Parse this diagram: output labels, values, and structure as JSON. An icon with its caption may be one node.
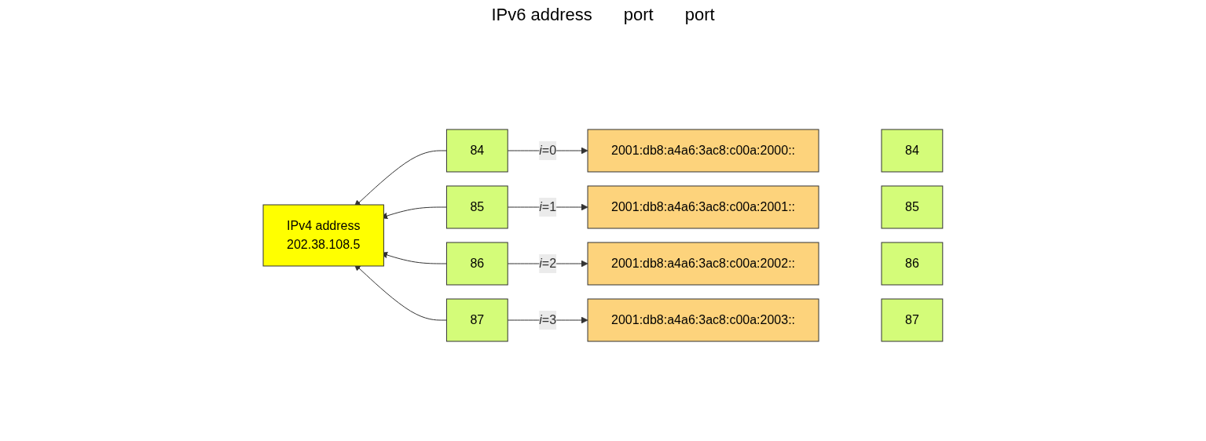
{
  "diagram": {
    "nodes": [
      {
        "text": [
          "IPv4 address",
          "202.38.108.5"
        ]
      },
      {
        "text": [
          "84"
        ]
      },
      {
        "text": [
          "85"
        ]
      },
      {
        "text": [
          "86"
        ]
      },
      {
        "text": [
          "87"
        ]
      },
      {
        "text": [
          "2001:db8:a4a6:3ac8:c00a:2000::"
        ]
      },
      {
        "text": [
          "2001:db8:a4a6:3ac8:c00a:2001::"
        ]
      },
      {
        "text": [
          "2001:db8:a4a6:3ac8:c00a:2002::"
        ]
      },
      {
        "text": [
          "2001:db8:a4a6:3ac8:c00a:2003::"
        ]
      },
      {
        "text": [
          "84"
        ]
      },
      {
        "text": [
          "85"
        ]
      },
      {
        "text": [
          "86"
        ]
      },
      {
        "text": [
          "87"
        ]
      }
    ],
    "edges": [
      {
        "from": 1,
        "to": 0,
        "arrow": "to"
      },
      {
        "from": 1,
        "to": 5,
        "arrow": "to",
        "label": "*i*=0"
      },
      {
        "from": 2,
        "to": 0,
        "arrow": "to"
      },
      {
        "from": 2,
        "to": 6,
        "arrow": "to",
        "label": "*i*=1"
      },
      {
        "from": 3,
        "to": 0,
        "arrow": "to"
      },
      {
        "from": 3,
        "to": 7,
        "arrow": "to",
        "label": "*i*=2"
      },
      {
        "from": 4,
        "to": 0,
        "arrow": "to"
      },
      {
        "from": 4,
        "to": 8,
        "arrow": "to",
        "label": "*i*=3"
      }
    ],
    "labels": [
      "IPv6 address",
      "port",
      "port"
    ]
  }
}
